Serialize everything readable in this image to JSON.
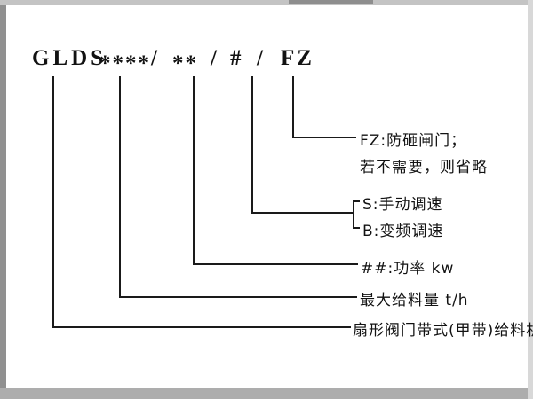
{
  "colors": {
    "background": "#ffffff",
    "line": "#1a1a1a",
    "text": "#121212"
  },
  "code": {
    "base": "GLDS",
    "capacity_placeholder": "****",
    "separator": "/",
    "power_placeholder": "**",
    "speed_placeholder": "#",
    "gate_suffix": "FZ"
  },
  "annotations": {
    "gate_line1": "FZ:防砸闸门；",
    "gate_line2": "若不需要，则省略",
    "speed_option_s": "S:手动调速",
    "speed_option_b": "B:变频调速",
    "power": "##:功率 kw",
    "capacity": "最大给料量 t/h",
    "machine": "扇形阀门带式(甲带)给料机"
  }
}
